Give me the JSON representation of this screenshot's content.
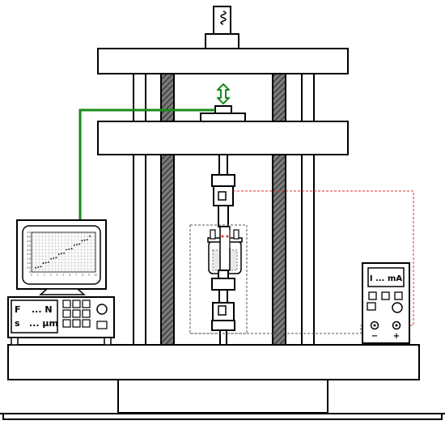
{
  "force_display": {
    "symbol": "F",
    "value": "... N"
  },
  "displacement_display": {
    "symbol": "s",
    "value": "... µm"
  },
  "current_display": {
    "text": "I ... mA"
  },
  "terminals": {
    "negative": "−",
    "positive": "+"
  },
  "colors": {
    "frame": "#000000",
    "column_hatch": "#4a4a4a",
    "data_cable": "#1a8a1a",
    "electrode_wire": "#e03030",
    "reference_wire": "#555555",
    "actuator_arrow": "#1a8a1a"
  },
  "icons": {
    "actuator": "double-headed-vertical-arrow-icon",
    "load_cell": "spring-coil-icon"
  },
  "monitor_plot": {
    "type": "scatter",
    "x_ticks": [
      "0",
      "1",
      "2",
      "3",
      "4",
      "5",
      "6",
      "7",
      "8",
      "9",
      "10"
    ],
    "y_ticks": [
      "0",
      "0.5",
      "1.0",
      "1.5",
      "2.0",
      "2.5",
      "3.0",
      "3.5",
      "4.0",
      "4.5"
    ]
  }
}
